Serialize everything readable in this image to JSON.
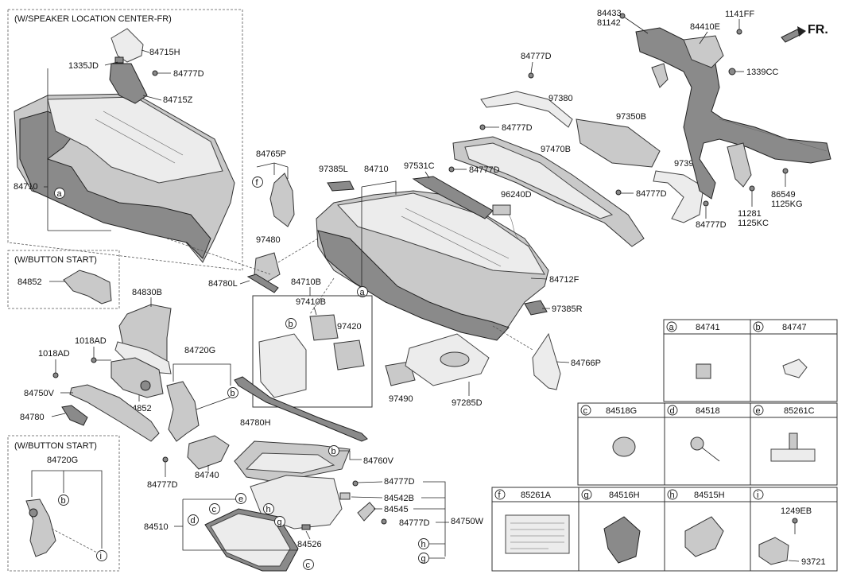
{
  "fr_label": "FR.",
  "sections": {
    "speaker_center": "(W/SPEAKER LOCATION CENTER-FR)",
    "button_start_1": "(W/BUTTON START)",
    "button_start_2": "(W/BUTTON START)"
  },
  "labels": {
    "l_84715H": "84715H",
    "l_1335JD": "1335JD",
    "l_84777D_a": "84777D",
    "l_84715Z": "84715Z",
    "l_84710_left": "84710",
    "l_84852_top": "84852",
    "l_84830B": "84830B",
    "l_1018AD_a": "1018AD",
    "l_1018AD_b": "1018AD",
    "l_84750V": "84750V",
    "l_84852_mid": "84852",
    "l_84780": "84780",
    "l_84720G_a": "84720G",
    "l_84720G_b": "84720G",
    "l_84765P": "84765P",
    "l_97385L": "97385L",
    "l_84710_mid": "84710",
    "l_97531C": "97531C",
    "l_97480": "97480",
    "l_84780L": "84780L",
    "l_84710B": "84710B",
    "l_97410B": "97410B",
    "l_97420": "97420",
    "l_84780H": "84780H",
    "l_97490": "97490",
    "l_97285D": "97285D",
    "l_84777D_b": "84777D",
    "l_84740": "84740",
    "l_84760V": "84760V",
    "l_84510": "84510",
    "l_84526": "84526",
    "l_84777D_c": "84777D",
    "l_84542B": "84542B",
    "l_84545": "84545",
    "l_84777D_d": "84777D",
    "l_84750W": "84750W",
    "l_84433": "84433",
    "l_81142": "81142",
    "l_1141FF": "1141FF",
    "l_84410E": "84410E",
    "l_1339CC": "1339CC",
    "l_84777D_e": "84777D",
    "l_97380": "97380",
    "l_97350B": "97350B",
    "l_84777D_f": "84777D",
    "l_97470B": "97470B",
    "l_84777D_g": "84777D",
    "l_96240D": "96240D",
    "l_84777D_h": "84777D",
    "l_97390": "97390",
    "l_84777D_i": "84777D",
    "l_86549": "86549",
    "l_1125KG": "1125KG",
    "l_11281": "11281",
    "l_1125KC": "1125KC",
    "l_84712F": "84712F",
    "l_97385R": "97385R",
    "l_84766P": "84766P"
  },
  "callouts": {
    "a1": "a",
    "a2": "a",
    "b1": "b",
    "b2": "b",
    "b3": "b",
    "b4": "b",
    "c1": "c",
    "c2": "c",
    "d1": "d",
    "e1": "e",
    "f1": "f",
    "g1": "g",
    "g2": "g",
    "h1": "h",
    "h2": "h",
    "i1": "i"
  },
  "legend": {
    "a": {
      "letter": "a",
      "part": "84741"
    },
    "b": {
      "letter": "b",
      "part": "84747"
    },
    "c": {
      "letter": "c",
      "part": "84518G"
    },
    "d": {
      "letter": "d",
      "part": "84518"
    },
    "e": {
      "letter": "e",
      "part": "85261C"
    },
    "f": {
      "letter": "f",
      "part": "85261A"
    },
    "g": {
      "letter": "g",
      "part": "84516H"
    },
    "h": {
      "letter": "h",
      "part": "84515H"
    },
    "i": {
      "letter": "i",
      "part": "",
      "sub1": "1249EB",
      "sub2": "93721"
    }
  }
}
